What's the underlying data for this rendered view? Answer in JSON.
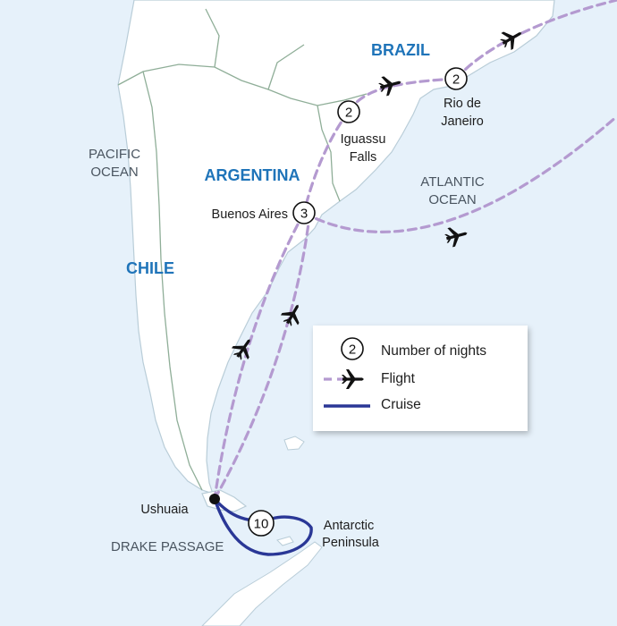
{
  "oceans": {
    "pacific": [
      "PACIFIC",
      "OCEAN"
    ],
    "atlantic": [
      "ATLANTIC",
      "OCEAN"
    ],
    "drake": "DRAKE PASSAGE"
  },
  "countries": {
    "brazil": "BRAZIL",
    "argentina": "ARGENTINA",
    "chile": "CHILE"
  },
  "stops": [
    {
      "id": "rio",
      "name_lines": [
        "Rio de",
        "Janeiro"
      ],
      "nights": "2"
    },
    {
      "id": "iguassu",
      "name_lines": [
        "Iguassu",
        "Falls"
      ],
      "nights": "2"
    },
    {
      "id": "buenos-aires",
      "name_lines": [
        "Buenos Aires"
      ],
      "nights": "3"
    },
    {
      "id": "ushuaia",
      "name_lines": [
        "Ushuaia"
      ],
      "nights": ""
    },
    {
      "id": "antarctic",
      "name_lines": [
        "Antarctic",
        "Peninsula"
      ],
      "nights": "10"
    }
  ],
  "legend": {
    "nights_sample": "2",
    "nights_label": "Number of nights",
    "flight_label": "Flight",
    "cruise_label": "Cruise"
  },
  "colors": {
    "water": "#e6f1fa",
    "land": "#ffffff",
    "border": "#8fae98",
    "flight": "#b49ad0",
    "cruise": "#2a3796",
    "country_label": "#1f74b9"
  }
}
